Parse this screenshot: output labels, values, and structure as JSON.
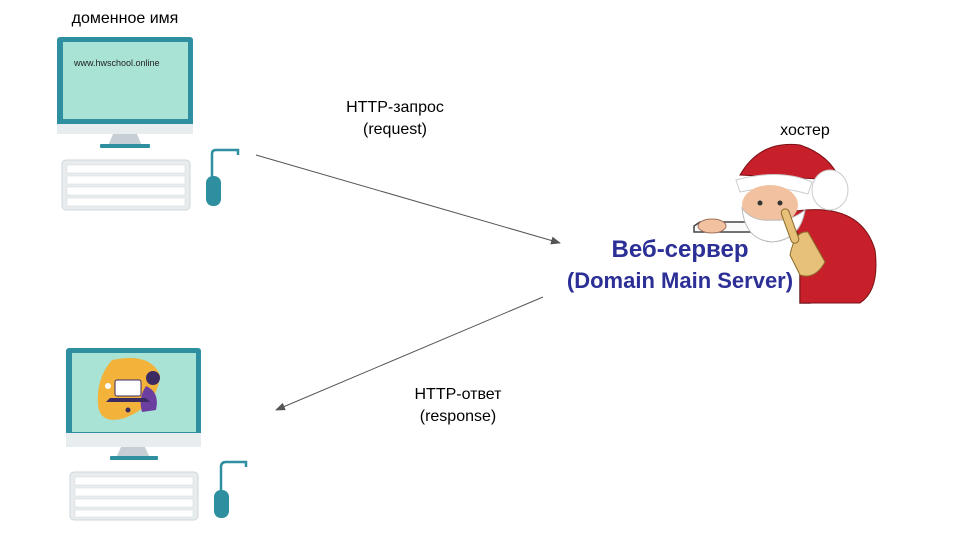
{
  "client_top": {
    "caption": "доменное имя",
    "screen_text": "www.hwschool.online"
  },
  "request": {
    "line1": "HTTP-запрос",
    "line2": "(request)"
  },
  "response": {
    "line1": "HTTP-ответ",
    "line2": "(response)"
  },
  "server": {
    "hoster_label": "хостер",
    "title_line1": "Веб-сервер",
    "title_line2": "(Domain Main Server)"
  },
  "colors": {
    "screen": "#a8e3d5",
    "monitor": "#2e8fa0",
    "server_text": "#2b2f96",
    "arrow": "#555555"
  },
  "icons": [
    "monitor-icon",
    "keyboard-icon",
    "mouse-icon",
    "santa-hoster-image",
    "person-laptop-illustration"
  ]
}
